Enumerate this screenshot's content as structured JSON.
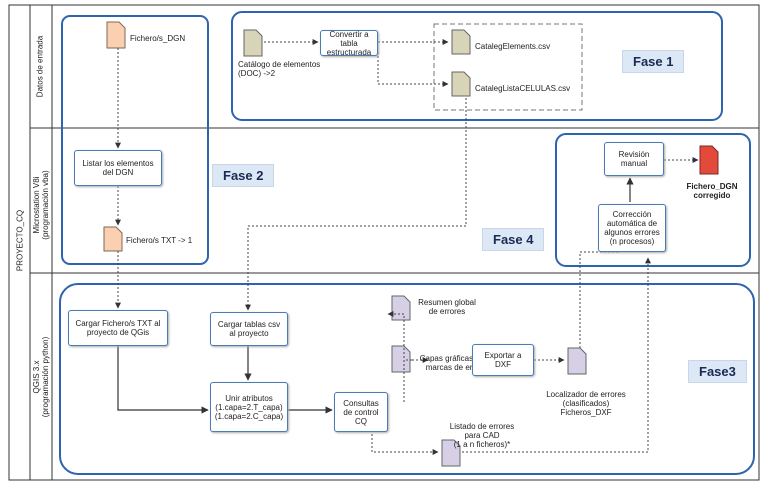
{
  "project_label": "PROYECTO_CQ",
  "lanes": [
    {
      "id": "l1",
      "label": "Datos de entrada"
    },
    {
      "id": "l2",
      "label": "Microstation V8i\n(programación vba)"
    },
    {
      "id": "l3",
      "label": "QGIS 3.x\n(programación python)"
    }
  ],
  "phases": {
    "f1": "Fase 1",
    "f2": "Fase 2",
    "f3": "Fase3",
    "f4": "Fase 4"
  },
  "nodes": {
    "fichero_dgn": "Fichero/s_DGN",
    "catalogo": "Catálogo de elementos\n(DOC) ->2",
    "convertir": "Convertir a tabla\nestructurada",
    "catalog_elements": "CatalegElements.csv",
    "catalog_celulas": "CatalegListaCELULAS.csv",
    "listar": "Listar  los elementos\ndel DGN",
    "fichero_txt": "Fichero/s TXT -> 1",
    "revision": "Revisión\nmanual",
    "fichero_dgn_corregido": "Fichero_DGN\ncorregido",
    "correccion": "Corrección\nautomática de\nalgunos errores\n(n procesos)",
    "cargar_txt": "Cargar Fichero/s TXT al\nproyecto de QGis",
    "cargar_csv": "Cargar tablas csv\nal proyecto",
    "unir": "Unir atributos\n(1.capa=2.T_capa)\n(1.capa=2.C_capa)",
    "consultas": "Consultas\nde control\nCQ",
    "resumen": "Resumen global\nde errores",
    "capas": "Capas gráficas con\nmarcas de error",
    "exportar": "Exportar a\nDXF",
    "localizador": "Localizador de errores\n(clasificados)\nFicheros_DXF",
    "listado": "Listado de errores\npara CAD\n(1 a n ficheros)*"
  }
}
